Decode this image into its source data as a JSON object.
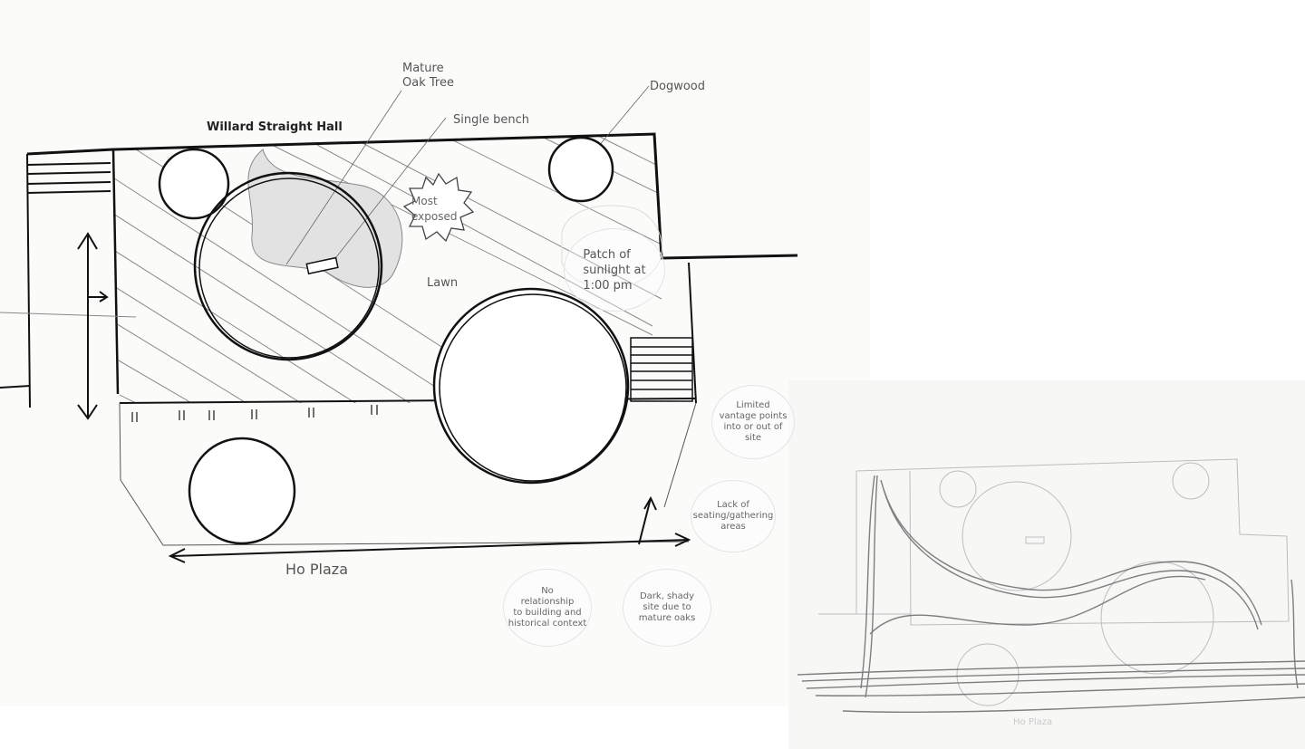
{
  "sheet_primary": {
    "title": "Willard Straight Hall",
    "annotations": {
      "mature_oak": "Mature\nOak Tree",
      "single_bench": "Single bench",
      "dogwood": "Dogwood",
      "most_exposed": "Most\nexposed",
      "lawn": "Lawn",
      "sunlight_patch": "Patch of\nsunlight at\n1:00 pm",
      "ho_plaza": "Ho Plaza"
    },
    "issue_bubbles": [
      {
        "id": "vantage",
        "text": "Limited\nvantage points\ninto or out of\nsite"
      },
      {
        "id": "seating",
        "text": "Lack of\nseating/gathering\nareas"
      },
      {
        "id": "relationship",
        "text": "No\nrelationship\nto building and\nhistorical context"
      },
      {
        "id": "shade",
        "text": "Dark, shady\nsite due to\nmature oaks"
      }
    ]
  },
  "sheet_secondary": {
    "faint_label": "Ho Plaza"
  },
  "colors": {
    "ink": "#1a1a1a",
    "pencil": "#8a8a8a",
    "hatch": "#7a7a7a",
    "shade": "#d6d6d6",
    "paper": "#fbfbfa"
  }
}
